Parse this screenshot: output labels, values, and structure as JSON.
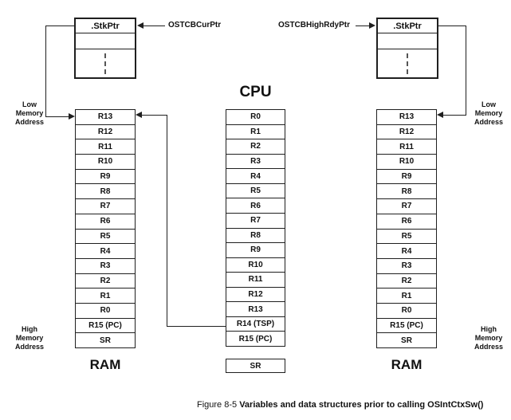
{
  "figure": {
    "caption_prefix": "Figure 8-5",
    "caption_title": "Variables and data structures prior to calling OSIntCtxSw()"
  },
  "tcb_left": {
    "stkptr": ".StkPtr",
    "pointer_label": "OSTCBCurPtr"
  },
  "tcb_right": {
    "stkptr": ".StkPtr",
    "pointer_label": "OSTCBHighRdyPtr"
  },
  "cpu": {
    "title": "CPU",
    "registers": [
      "R0",
      "R1",
      "R2",
      "R3",
      "R4",
      "R5",
      "R6",
      "R7",
      "R8",
      "R9",
      "R10",
      "R11",
      "R12",
      "R13",
      "R14 (TSP)",
      "R15 (PC)"
    ],
    "sr": "SR"
  },
  "ram_left": {
    "title": "RAM",
    "cells": [
      "R13",
      "R12",
      "R11",
      "R10",
      "R9",
      "R8",
      "R7",
      "R6",
      "R5",
      "R4",
      "R3",
      "R2",
      "R1",
      "R0",
      "R15 (PC)",
      "SR"
    ],
    "low_label": "Low\nMemory\nAddress",
    "high_label": "High\nMemory\nAddress"
  },
  "ram_right": {
    "title": "RAM",
    "cells": [
      "R13",
      "R12",
      "R11",
      "R10",
      "R9",
      "R8",
      "R7",
      "R6",
      "R5",
      "R4",
      "R3",
      "R2",
      "R1",
      "R0",
      "R15 (PC)",
      "SR"
    ],
    "low_label": "Low\nMemory\nAddress",
    "high_label": "High\nMemory\nAddress"
  },
  "colors": {
    "line": "#1f1f1f",
    "background": "#ffffff"
  }
}
